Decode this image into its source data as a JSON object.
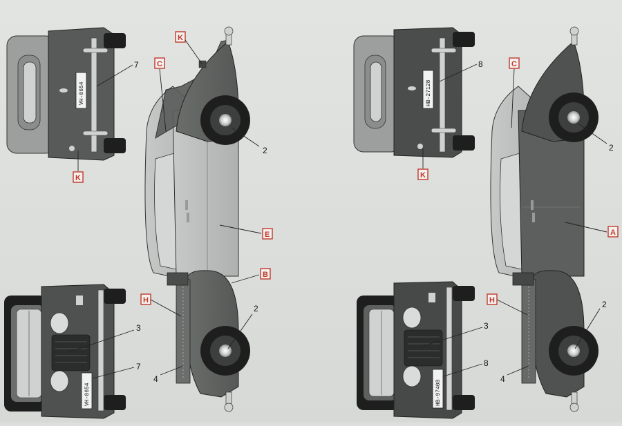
{
  "colors": {
    "background": "#dcdfdc",
    "light_grey_body": "#b9bcba",
    "dark_grey_body": "#5f6360",
    "darkest_grey": "#4a4d4b",
    "tyre": "#1e1e1e",
    "badge_red": "#c0392b"
  },
  "left_car": {
    "rear_plate": "VH-0654",
    "front_plate": "VH-0654",
    "callouts": {
      "rear_plate_num": "7",
      "rear_bumper_letter": "K",
      "side_roof_letter": "C",
      "side_rear_fender_letter": "K",
      "side_rear_wheel_num": "2",
      "side_door_letter": "E",
      "side_front_fender_letter": "B",
      "side_running_board_letter": "H",
      "side_front_wheel_num": "2",
      "side_running_board_num": "4",
      "front_grille_num": "3",
      "front_plate_num": "7"
    }
  },
  "right_car": {
    "rear_plate": "HB-27128",
    "front_plate": "HB-97408",
    "callouts": {
      "rear_plate_num": "8",
      "rear_bumper_letter": "K",
      "side_roof_letter": "C",
      "side_rear_wheel_num": "2",
      "side_door_letter": "A",
      "side_running_board_letter": "H",
      "side_front_wheel_num": "2",
      "side_running_board_num": "4",
      "front_grille_num": "3",
      "front_plate_num": "8"
    }
  }
}
